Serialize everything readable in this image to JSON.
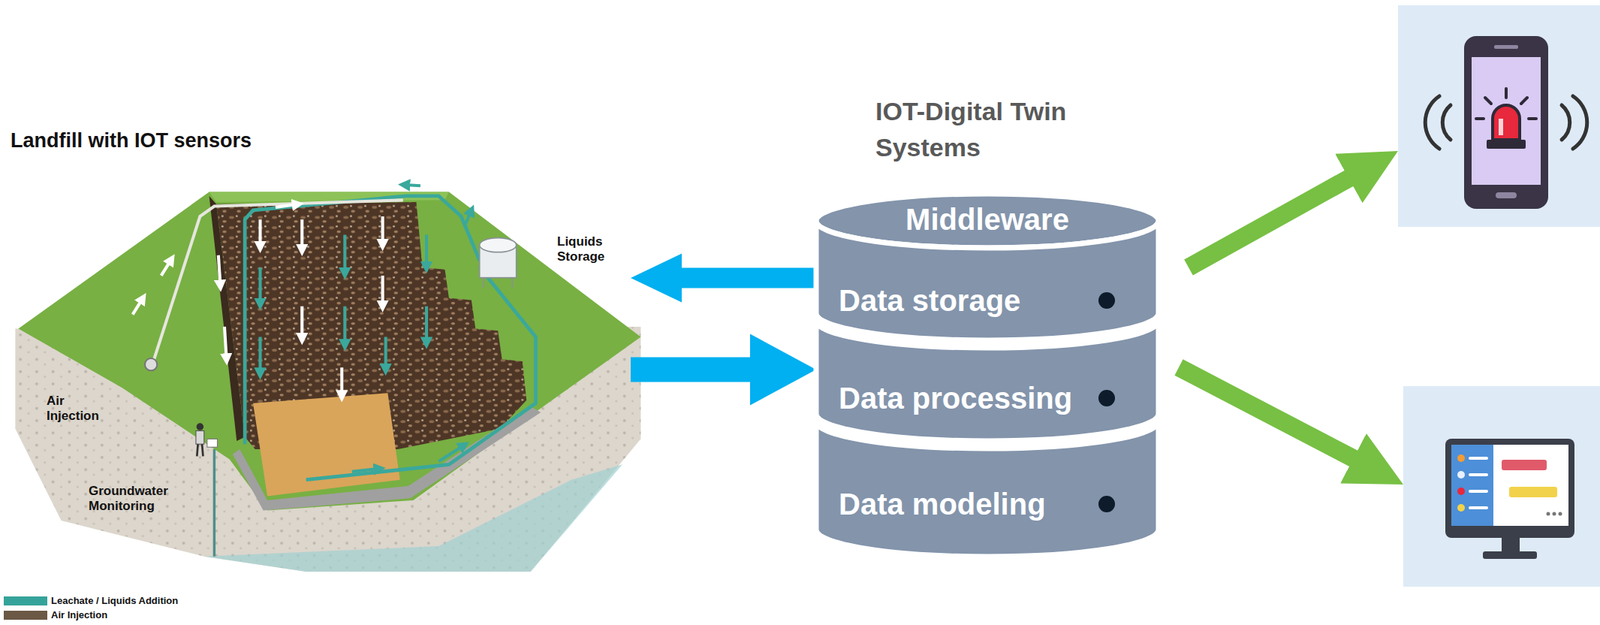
{
  "diagram": {
    "nodes": [
      {
        "text": [
          "Landfill with IOT sensors"
        ]
      },
      {
        "text": [
          "IOT-Digital Twin Systems"
        ]
      },
      {
        "text": [
          "Middleware"
        ],
        "in": 1
      },
      {
        "text": [
          "Data storage"
        ],
        "in": 1
      },
      {
        "text": [
          "Data processing"
        ],
        "in": 1
      },
      {
        "text": [
          "Data modeling"
        ],
        "in": 1
      }
    ],
    "edges": [
      {
        "from": 3,
        "to": 0,
        "arrow": "to"
      },
      {
        "from": 0,
        "to": 4,
        "arrow": "to"
      }
    ],
    "labels": [
      "Liquids Storage",
      "Air Injection",
      "Groundwater Monitoring"
    ],
    "legend": [
      {
        "text": "Leachate / Liquids Addition",
        "color": "#35a39a"
      },
      {
        "text": "Air Injection",
        "color": "#6b5845"
      }
    ]
  }
}
